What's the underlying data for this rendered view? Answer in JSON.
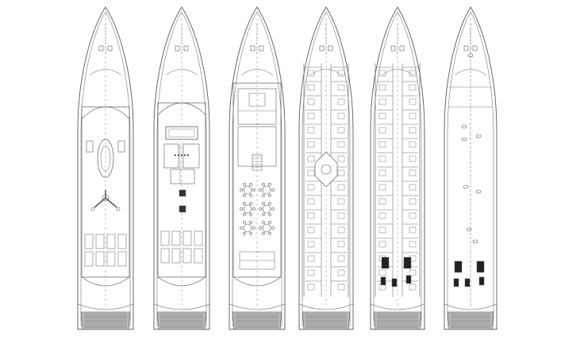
{
  "figure": {
    "type": "yacht general arrangement deck plans",
    "background_color": "#ffffff",
    "line_color": "#5a5a5a",
    "stern_fill_color": "#b9b9b9",
    "furniture_color": "#222222"
  },
  "decks": [
    {
      "kind": "sun-deck"
    },
    {
      "kind": "bridge-deck"
    },
    {
      "kind": "main-deck"
    },
    {
      "kind": "lower-deck"
    },
    {
      "kind": "tank-deck"
    },
    {
      "kind": "tank-top"
    }
  ]
}
